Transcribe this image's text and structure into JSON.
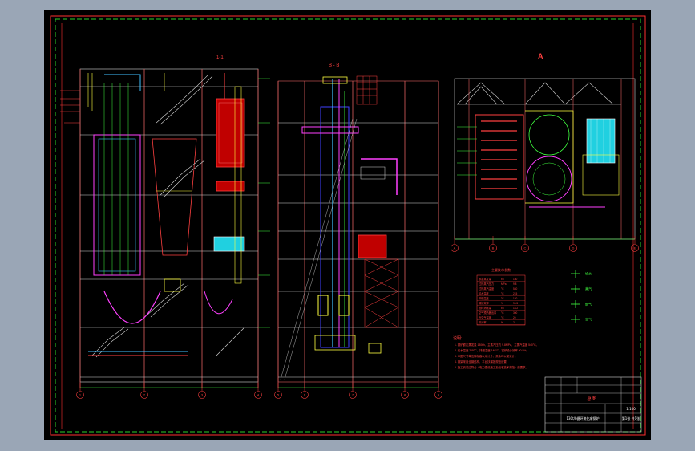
{
  "drawing": {
    "section_label": "1-1",
    "plan_label": "A",
    "elev_label": "B - B",
    "legend_title": "主要技术参数",
    "notes_title": "说明:",
    "notes": [
      "1. 锅炉额定蒸发量 130t/h，主蒸汽压力 9.8MPa，主蒸汽温度 540°C。",
      "2. 给水温度 215°C，排烟温度 140°C，锅炉设计效率 90.5%。",
      "3. 本图尺寸单位除标高以米计外，其余均以毫米计。",
      "4. 钢架采用全钢结构，平台扶梯按规范设置。",
      "5. 施工安装应符合《电力建设施工及验收技术规范》的要求。"
    ],
    "legend_rows": [
      [
        "额定蒸发量",
        "t/h",
        "130"
      ],
      [
        "过热蒸汽压力",
        "MPa",
        "9.8"
      ],
      [
        "过热蒸汽温度",
        "°C",
        "540"
      ],
      [
        "给水温度",
        "°C",
        "215"
      ],
      [
        "排烟温度",
        "°C",
        "140"
      ],
      [
        "锅炉效率",
        "%",
        "90.5"
      ],
      [
        "燃料消耗量",
        "t/h",
        "18.2"
      ],
      [
        "空气预热器出口",
        "°C",
        "300"
      ],
      [
        "冷空气温度",
        "°C",
        "20"
      ],
      [
        "排污率",
        "%",
        "2"
      ]
    ],
    "symbols": [
      {
        "label": "给水"
      },
      {
        "label": "蒸汽"
      },
      {
        "label": "烟气"
      },
      {
        "label": "空气"
      }
    ],
    "title_block": {
      "title": "总图",
      "drawing_no": "130t/h循环流化床锅炉",
      "scale": "1:100",
      "sheet": "第1张 共1张"
    },
    "axis_labels_left": [
      "1",
      "2",
      "3",
      "4"
    ],
    "axis_labels_right": [
      "5",
      "6",
      "7",
      "8"
    ],
    "plan_axis_labels": [
      "A",
      "B",
      "C",
      "D",
      "E"
    ]
  }
}
